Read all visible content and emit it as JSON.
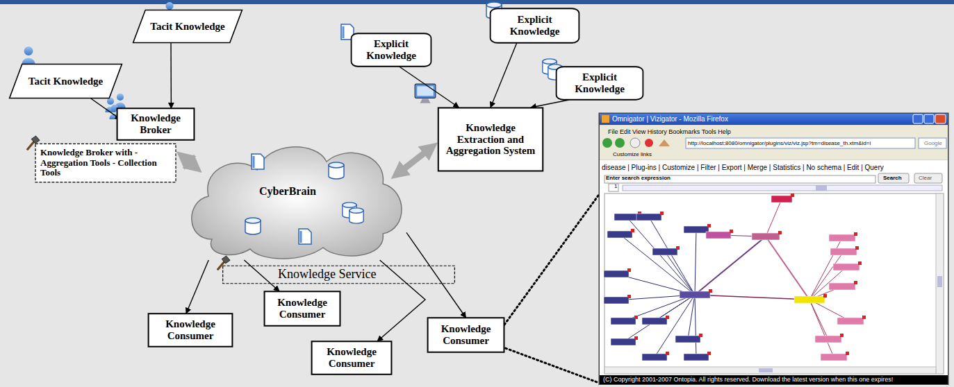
{
  "diagram": {
    "nodes": [
      {
        "text": [
          "Tacit Knowledge"
        ]
      },
      {
        "text": [
          "Tacit Knowledge"
        ]
      },
      {
        "text": [
          "Knowledge Broker"
        ]
      },
      {
        "text": [
          "Knowledge Broker with - Aggregation Tools - Collection Tools"
        ]
      },
      {
        "text": [
          "Explicit Knowledge"
        ]
      },
      {
        "text": [
          "Explicit Knowledge"
        ]
      },
      {
        "text": [
          "Explicit Knowledge"
        ]
      },
      {
        "text": [
          "Knowledge Extraction and Aggregation System"
        ]
      },
      {
        "text": [
          "CyberBrain"
        ]
      },
      {
        "text": [
          "Knowledge Service"
        ]
      },
      {
        "text": [
          "Knowledge Consumer"
        ]
      },
      {
        "text": [
          "Knowledge Consumer"
        ]
      },
      {
        "text": [
          "Knowledge Consumer"
        ]
      },
      {
        "text": [
          "Knowledge Consumer"
        ]
      },
      {
        "text": [
          "Omnigator | Vizigator - Mozilla Firefox"
        ]
      }
    ],
    "edges": [
      {
        "from": 0,
        "to": 2,
        "arrow": "to"
      },
      {
        "from": 1,
        "to": 2,
        "arrow": "to"
      },
      {
        "from": 4,
        "to": 7,
        "arrow": "to"
      },
      {
        "from": 5,
        "to": 7,
        "arrow": "to"
      },
      {
        "from": 6,
        "to": 7,
        "arrow": "to"
      },
      {
        "from": 3,
        "to": 8,
        "arrow": "both"
      },
      {
        "from": 8,
        "to": 7,
        "arrow": "both"
      },
      {
        "from": 8,
        "to": 10,
        "arrow": "to"
      },
      {
        "from": 8,
        "to": 11,
        "arrow": "to"
      },
      {
        "from": 8,
        "to": 12,
        "arrow": "to"
      },
      {
        "from": 8,
        "to": 13,
        "arrow": "to"
      },
      {
        "from": 13,
        "to": 14,
        "arrow": "none"
      }
    ],
    "labels": [
      "File Edit View History Bookmarks Tools Help",
      "http://localhost:8080/omnigator/plugins/viz/viz.jsp?tm=disease_th.xtm&id=i",
      "Google",
      "Customize links",
      "disease | Plug-ins | Customize | Filter | Export | Merge | Statistics | No schema | Edit | Query",
      "Enter search expression",
      "1",
      "Search",
      "Clear",
      "(C) Copyright 2001-2007 Ontopia. All rights reserved. Download the latest version when this one expires!"
    ]
  }
}
